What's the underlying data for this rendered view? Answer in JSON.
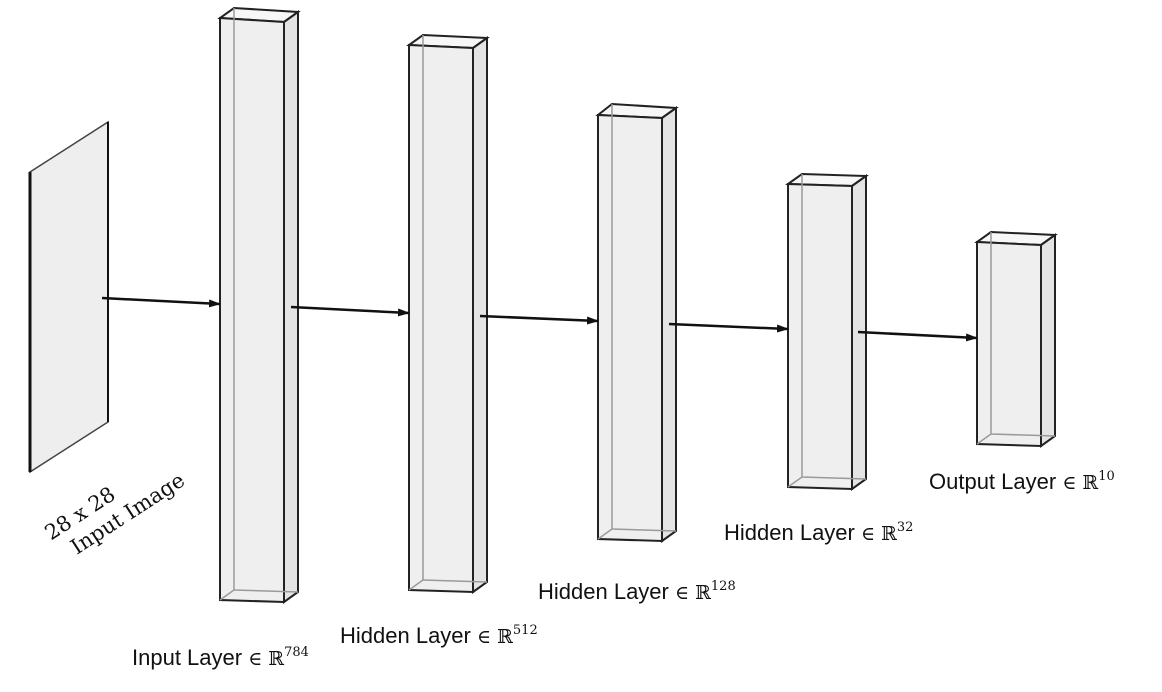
{
  "input_image": {
    "line1": "28 x 28",
    "line2": "Input Image"
  },
  "layers": [
    {
      "name": "Input Layer",
      "symbol": "∈ ℝ",
      "dim": "784"
    },
    {
      "name": "Hidden Layer",
      "symbol": "∈ ℝ",
      "dim": "512"
    },
    {
      "name": "Hidden Layer",
      "symbol": "∈ ℝ",
      "dim": "128"
    },
    {
      "name": "Hidden Layer",
      "symbol": "∈ ℝ",
      "dim": "32"
    },
    {
      "name": "Output Layer",
      "symbol": "∈ ℝ",
      "dim": "10"
    }
  ]
}
